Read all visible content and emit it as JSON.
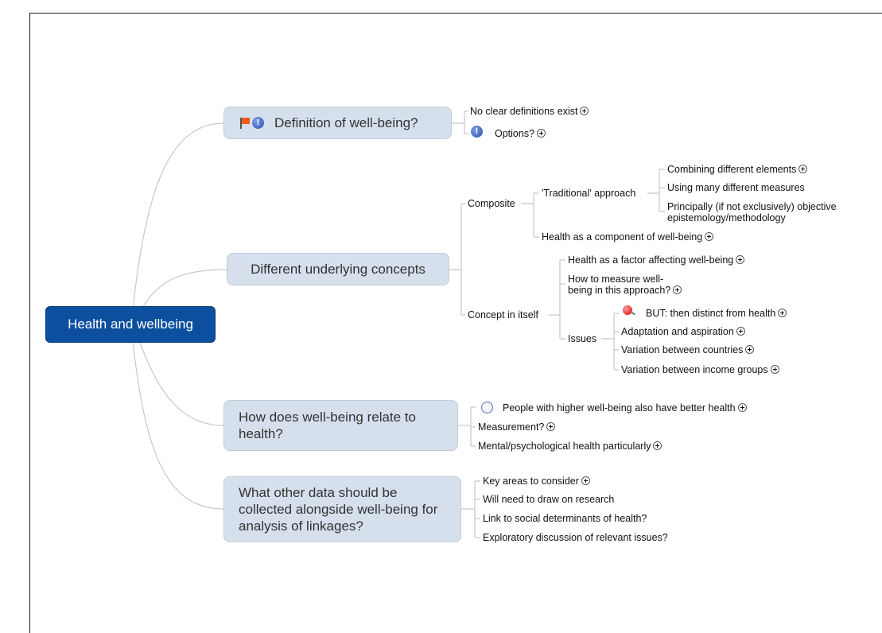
{
  "central": "Health and wellbeing",
  "topics": {
    "definition": "Definition of well-being?",
    "concepts": "Different underlying concepts",
    "relate": "How does well-being relate to health?",
    "data": "What other data should be collected alongside well-being for analysis of linkages?"
  },
  "definition": {
    "no_clear": "No clear definitions exist",
    "options": "Options?"
  },
  "concepts": {
    "composite": "Composite",
    "traditional": "'Traditional' approach",
    "combining": "Combining different elements",
    "using_many": "Using many different measures",
    "principally": "Principally (if not exclusively) objective epistemology/methodology",
    "health_component": "Health as a component of well-being",
    "concept_itself": "Concept in itself",
    "health_factor": "Health as a factor affecting well-being",
    "how_measure": "How to measure well-being in this approach?",
    "issues": "Issues",
    "but_distinct": "BUT: then distinct from health",
    "adaptation": "Adaptation and aspiration",
    "var_countries": "Variation between countries",
    "var_income": "Variation between income groups"
  },
  "relate": {
    "people": "People with higher well-being also have better health",
    "measurement": "Measurement?",
    "mental": "Mental/psychological health particularly"
  },
  "data": {
    "key_areas": "Key areas to consider",
    "will_need": "Will need to draw on research",
    "link_social": "Link to social determinants of health?",
    "exploratory": "Exploratory discussion of relevant issues?"
  }
}
